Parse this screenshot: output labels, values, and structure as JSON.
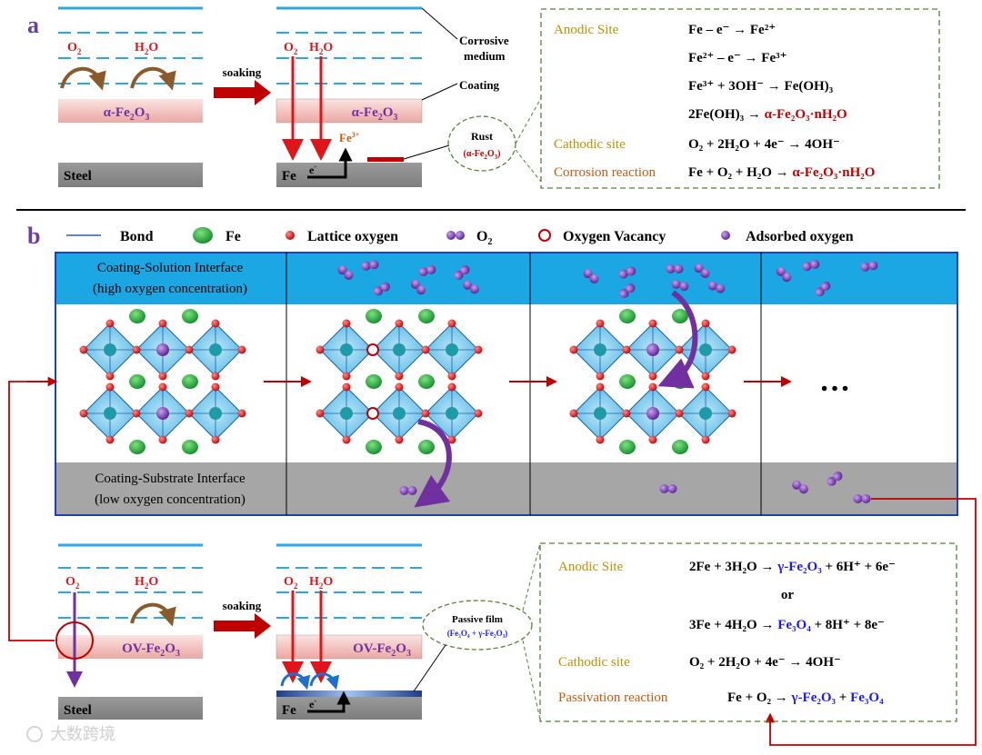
{
  "panel_a": {
    "label": "a",
    "o2": "O",
    "o2_sub": "2",
    "h2o_h": "H",
    "h2o_2": "2",
    "h2o_o": "O",
    "coating_a": "α-Fe",
    "coating_2": "2",
    "coating_o": "O",
    "coating_3": "3",
    "steel": "Steel",
    "soaking": "soaking",
    "fe": "Fe",
    "fe3": "Fe",
    "fe3_sup": "3+",
    "e": "e",
    "e_sup": "-",
    "corrosive_1": "Corrosive",
    "corrosive_2": "medium",
    "coating_label": "Coating",
    "rust": "Rust",
    "rust_formula": "(α-Fe",
    "rust_2": "2",
    "rust_o": "O",
    "rust_3": "3",
    "rust_close": ")",
    "reactions": {
      "anodic": "Anodic Site",
      "r1": "Fe – e⁻ → Fe²⁺",
      "r2": "Fe²⁺ – e⁻ → Fe³⁺",
      "r3": "Fe³⁺ + 3OH⁻ → Fe(OH)₃",
      "r4a": "2Fe(OH)₃ → ",
      "r4b": "α-Fe₂O₃·nH₂O",
      "cathodic": "Cathodic site",
      "r5": "O₂ + 2H₂O + 4e⁻ → 4OH⁻",
      "corrosion": "Corrosion reaction",
      "r6a": "Fe + O₂ + H₂O → ",
      "r6b": "α-Fe₂O₃·nH₂O"
    }
  },
  "panel_b": {
    "label": "b",
    "legend": {
      "bond": "Bond",
      "fe": "Fe",
      "lattice": "Lattice oxygen",
      "o2": "O",
      "o2_sub": "2",
      "vacancy": "Oxygen Vacancy",
      "adsorbed": "Adsorbed oxygen"
    },
    "top_interface_1": "Coating-Solution Interface",
    "top_interface_2": "(high oxygen concentration)",
    "bottom_interface_1": "Coating-Substrate Interface",
    "bottom_interface_2": "(low oxygen concentration)",
    "ellipsis": "…",
    "o2": "O",
    "o2_sub": "2",
    "h2o_h": "H",
    "h2o_2": "2",
    "h2o_o": "O",
    "ov_coating": "OV-Fe",
    "ov_2": "2",
    "ov_o": "O",
    "ov_3": "3",
    "steel": "Steel",
    "soaking": "soaking",
    "fe": "Fe",
    "e": "e",
    "e_sup": "-",
    "passive_1": "Passive film",
    "passive_2": "(Fe₃O₄ + γ-Fe₂O₃)",
    "reactions": {
      "anodic": "Anodic Site",
      "r1a": "2Fe + 3H₂O → ",
      "r1b": "γ-Fe₂O₃",
      "r1c": " + 6H⁺ + 6e⁻",
      "or": "or",
      "r2a": "3Fe + 4H₂O → ",
      "r2b": "Fe₃O₄",
      "r2c": " + 8H⁺ + 8e⁻",
      "cathodic": "Cathodic site",
      "r3": "O₂ + 2H₂O + 4e⁻ → 4OH⁻",
      "passivation": "Passivation  reaction",
      "r4a": "Fe + O₂ → ",
      "r4b": "γ-Fe₂O₃",
      "r4c": " + ",
      "r4d": "Fe₃O₄"
    }
  },
  "watermark": "大数跨境",
  "colors": {
    "label": "#6b3fa0",
    "red": "#e1141a",
    "darkred": "#c00000",
    "orange": "#c55a11",
    "gold": "#bf9000",
    "blue": "#1a1aff",
    "cyan": "#2aa8e0",
    "pink": "#f4c7c3",
    "steel": "#8c8c8c",
    "green_dash": "#548235"
  }
}
